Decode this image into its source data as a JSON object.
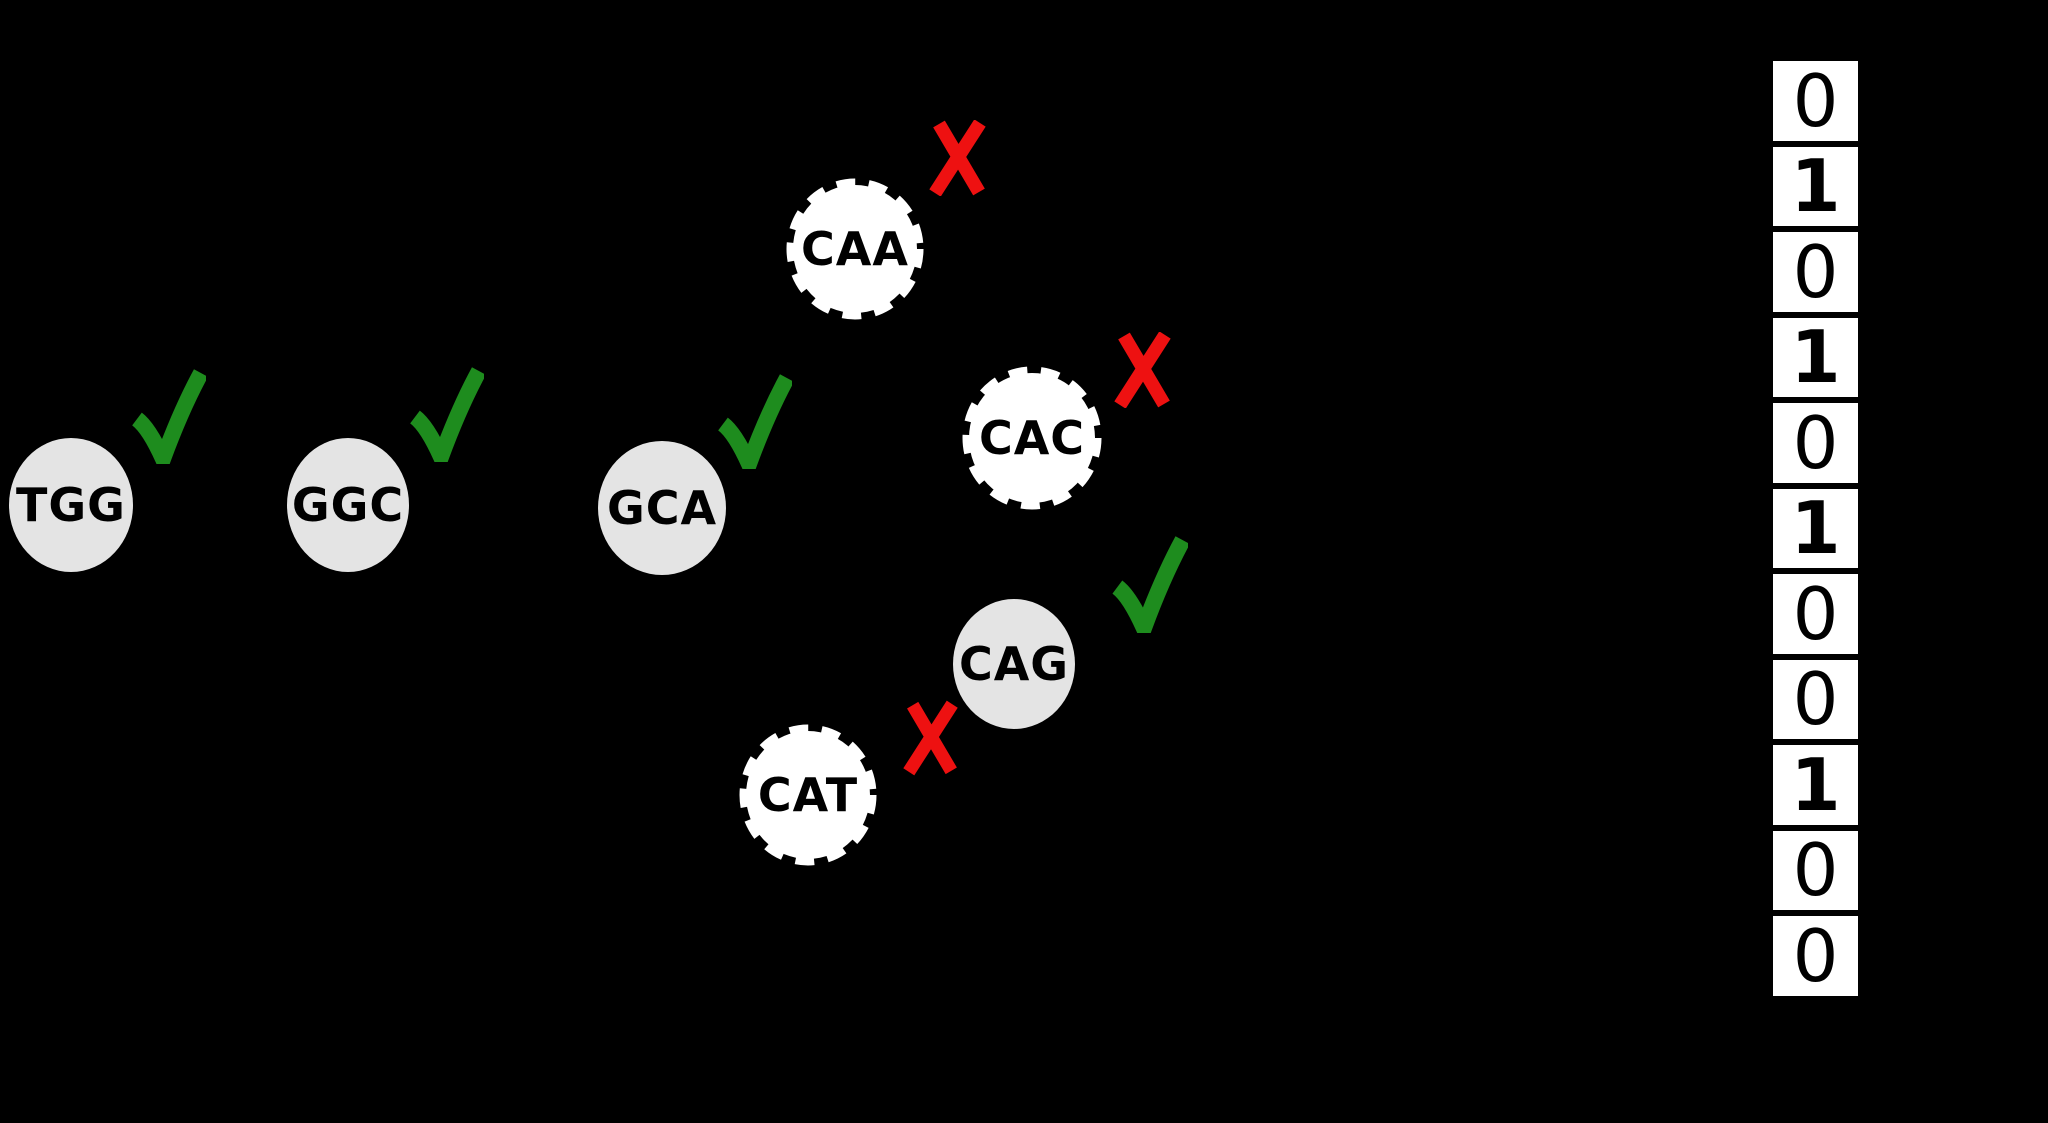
{
  "figure": {
    "description": "Bloom filter k-mer membership diagram on black background",
    "background": "#000000",
    "colors": {
      "present_circle_fill": "#e4e4e4",
      "query_circle_fill": "#ffffff",
      "check_green": "#1e8c1e",
      "cross_red": "#ee1111",
      "bit_cell_fill": "#ffffff",
      "bit_text": "#000000"
    },
    "kmers": [
      {
        "label": "TGG",
        "style": "solid-gray",
        "mark": "check"
      },
      {
        "label": "GGC",
        "style": "solid-gray",
        "mark": "check"
      },
      {
        "label": "GCA",
        "style": "solid-gray",
        "mark": "check"
      },
      {
        "label": "CAA",
        "style": "dashed-white",
        "mark": "cross"
      },
      {
        "label": "CAC",
        "style": "dashed-white",
        "mark": "cross"
      },
      {
        "label": "CAG",
        "style": "solid-gray",
        "mark": "check"
      },
      {
        "label": "CAT",
        "style": "dashed-white",
        "mark": "cross"
      }
    ],
    "bit_array": {
      "bits": [
        "0",
        "1",
        "0",
        "1",
        "0",
        "1",
        "0",
        "0",
        "1",
        "0",
        "0"
      ],
      "bold_flags": [
        false,
        true,
        false,
        true,
        false,
        true,
        false,
        false,
        true,
        false,
        false
      ]
    }
  }
}
